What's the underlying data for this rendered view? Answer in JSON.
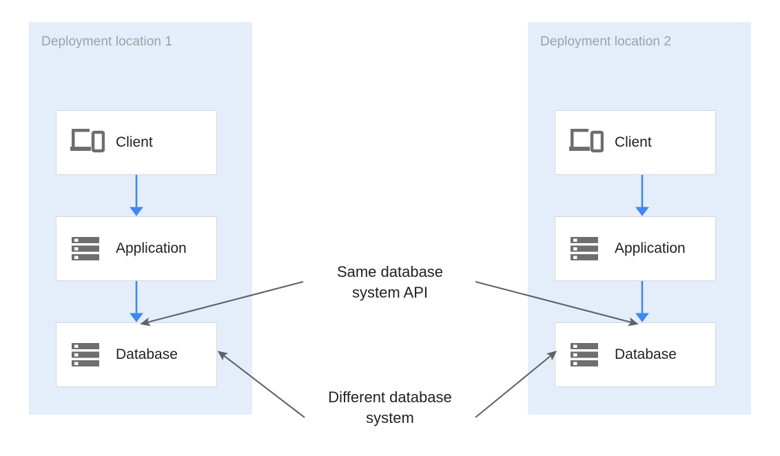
{
  "diagram": {
    "title_hidden": "",
    "colors": {
      "panel_background": "#e4eefa",
      "panel_title_text": "#9aa0a6",
      "node_background": "#ffffff",
      "node_border": "#d4d6d9",
      "node_text": "#202124",
      "flow_arrow": "#4285f4",
      "annotation_line": "#5f6368",
      "icon_gray": "#6e6e6e",
      "page_background": "#ffffff"
    },
    "panels": [
      {
        "id": "deployment-location-1",
        "title": "Deployment location 1",
        "nodes": [
          {
            "id": "client",
            "label": "Client",
            "icon": "devices-icon"
          },
          {
            "id": "application",
            "label": "Application",
            "icon": "server-rack-icon"
          },
          {
            "id": "database",
            "label": "Database",
            "icon": "server-rack-icon"
          }
        ],
        "flows": [
          {
            "from": "client",
            "to": "application",
            "color": "#4285f4"
          },
          {
            "from": "application",
            "to": "database",
            "color": "#4285f4"
          }
        ]
      },
      {
        "id": "deployment-location-2",
        "title": "Deployment location 2",
        "nodes": [
          {
            "id": "client",
            "label": "Client",
            "icon": "devices-icon"
          },
          {
            "id": "application",
            "label": "Application",
            "icon": "server-rack-icon"
          },
          {
            "id": "database",
            "label": "Database",
            "icon": "server-rack-icon"
          }
        ],
        "flows": [
          {
            "from": "client",
            "to": "application",
            "color": "#4285f4"
          },
          {
            "from": "application",
            "to": "database",
            "color": "#4285f4"
          }
        ]
      }
    ],
    "annotations": [
      {
        "id": "same-database-system-api",
        "text": "Same database\nsystem API",
        "targets": [
          "deployment-location-1.database",
          "deployment-location-2.database"
        ]
      },
      {
        "id": "different-database-system",
        "text": "Different database\nsystem",
        "targets": [
          "deployment-location-1.database",
          "deployment-location-2.database"
        ]
      }
    ]
  }
}
